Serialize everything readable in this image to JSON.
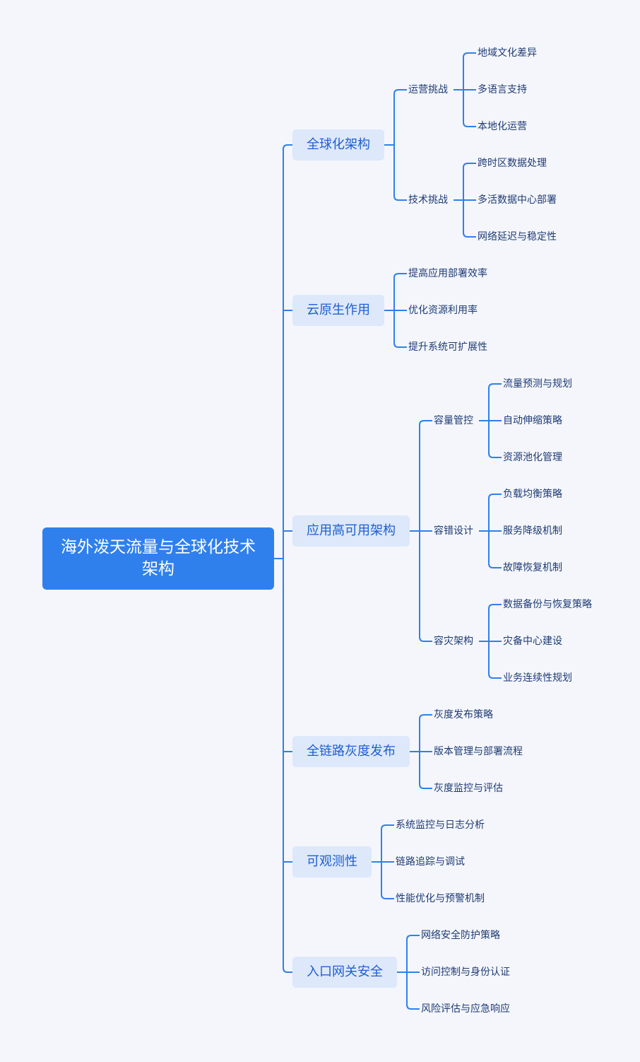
{
  "root": {
    "title": "海外泼天流量与全球化技术架构"
  },
  "branches": [
    {
      "label": "全球化架构",
      "children": [
        {
          "label": "运营挑战",
          "children": [
            {
              "label": "地域文化差异"
            },
            {
              "label": "多语言支持"
            },
            {
              "label": "本地化运营"
            }
          ]
        },
        {
          "label": "技术挑战",
          "children": [
            {
              "label": "跨时区数据处理"
            },
            {
              "label": "多活数据中心部署"
            },
            {
              "label": "网络延迟与稳定性"
            }
          ]
        }
      ]
    },
    {
      "label": "云原生作用",
      "children": [
        {
          "label": "提高应用部署效率"
        },
        {
          "label": "优化资源利用率"
        },
        {
          "label": "提升系统可扩展性"
        }
      ]
    },
    {
      "label": "应用高可用架构",
      "children": [
        {
          "label": "容量管控",
          "children": [
            {
              "label": "流量预测与规划"
            },
            {
              "label": "自动伸缩策略"
            },
            {
              "label": "资源池化管理"
            }
          ]
        },
        {
          "label": "容错设计",
          "children": [
            {
              "label": "负载均衡策略"
            },
            {
              "label": "服务降级机制"
            },
            {
              "label": "故障恢复机制"
            }
          ]
        },
        {
          "label": "容灾架构",
          "children": [
            {
              "label": "数据备份与恢复策略"
            },
            {
              "label": "灾备中心建设"
            },
            {
              "label": "业务连续性规划"
            }
          ]
        }
      ]
    },
    {
      "label": "全链路灰度发布",
      "children": [
        {
          "label": "灰度发布策略"
        },
        {
          "label": "版本管理与部署流程"
        },
        {
          "label": "灰度监控与评估"
        }
      ]
    },
    {
      "label": "可观测性",
      "children": [
        {
          "label": "系统监控与日志分析"
        },
        {
          "label": "链路追踪与调试"
        },
        {
          "label": "性能优化与预警机制"
        }
      ]
    },
    {
      "label": "入口网关安全",
      "children": [
        {
          "label": "网络安全防护策略"
        },
        {
          "label": "访问控制与身份认证"
        },
        {
          "label": "风险评估与应急响应"
        }
      ]
    }
  ],
  "colors": {
    "line": "#2f80ed",
    "root_fill": "#2f80ed",
    "branch_fill": "#dde8fb",
    "branch_text": "#1e5fcf",
    "leaf_text": "#1f3b73"
  }
}
